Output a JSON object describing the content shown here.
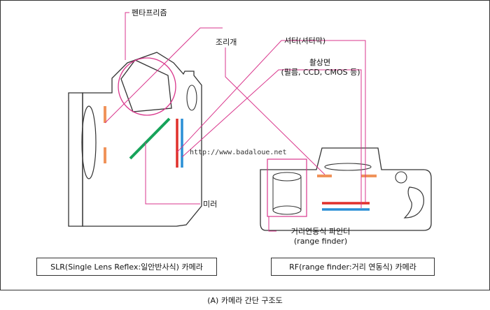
{
  "labels": {
    "pentaprism": "펜타프리즘",
    "aperture": "조리개",
    "shutter": "셔터(셔터막)",
    "image_plane": "촬상면",
    "image_plane_sub": "(필름, CCD, CMOS 등)",
    "mirror": "미러",
    "rangefinder_ko": "거리연동식 파인더",
    "rangefinder_en": "(range finder)"
  },
  "watermark": "http://www.badaloue.net",
  "captions": {
    "slr": "SLR(Single Lens Reflex:일안반사식) 카메라",
    "rf": "RF(range finder:거리 연동식) 카메라"
  },
  "figure_caption": "(A) 카메라 간단 구조도",
  "colors": {
    "magenta": "#d9368c",
    "orange": "#f0935a",
    "green": "#17a35a",
    "red": "#e0302b",
    "blue": "#2a8fd6",
    "outline": "#333333"
  }
}
